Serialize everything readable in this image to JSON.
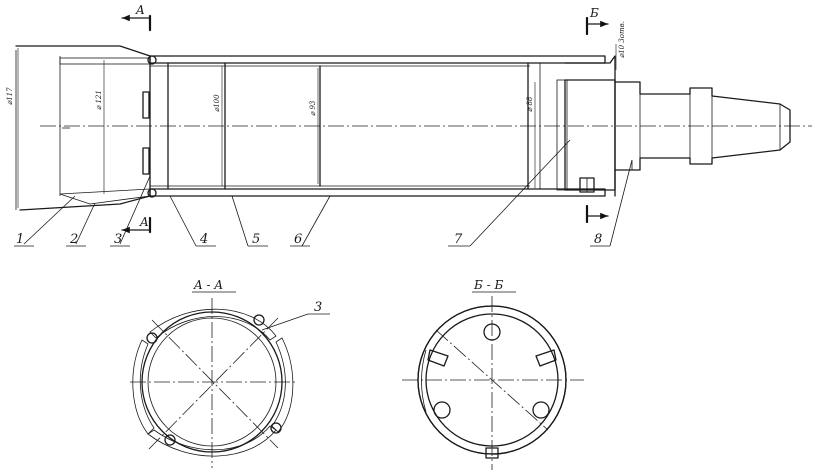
{
  "drawing": {
    "callouts": [
      "1",
      "2",
      "3",
      "4",
      "5",
      "6",
      "7",
      "8"
    ],
    "section_marks": {
      "a": "A",
      "b": "Б"
    },
    "section_titles": {
      "a": "A - A",
      "b": "Б - Б"
    },
    "section_a_callout": "3",
    "dimensions": {
      "d1": "⌀117",
      "d2": "⌀ 121",
      "d3": "⌀100",
      "d4": "⌀ 93",
      "d5": "⌀ 88",
      "d6": "⌀10 3отв."
    }
  }
}
